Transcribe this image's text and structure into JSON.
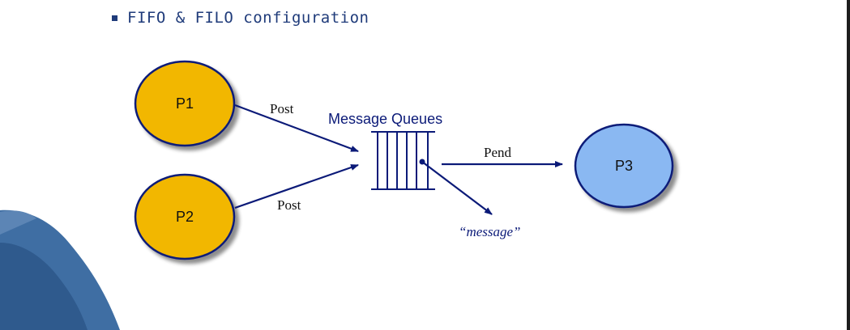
{
  "slide": {
    "bullet_text": "FIFO & FILO configuration"
  },
  "diagram": {
    "nodes": {
      "p1": "P1",
      "p2": "P2",
      "p3": "P3"
    },
    "queue_title": "Message Queues",
    "edges": {
      "p1_post": "Post",
      "p2_post": "Post",
      "pend": "Pend"
    },
    "message_label": "“message”"
  },
  "colors": {
    "producer_fill": "#f2b705",
    "consumer_fill": "#8ab8f2",
    "node_outline": "#0b1a78",
    "arrow": "#0b1a78",
    "bullet_text": "#1f3b7a"
  }
}
